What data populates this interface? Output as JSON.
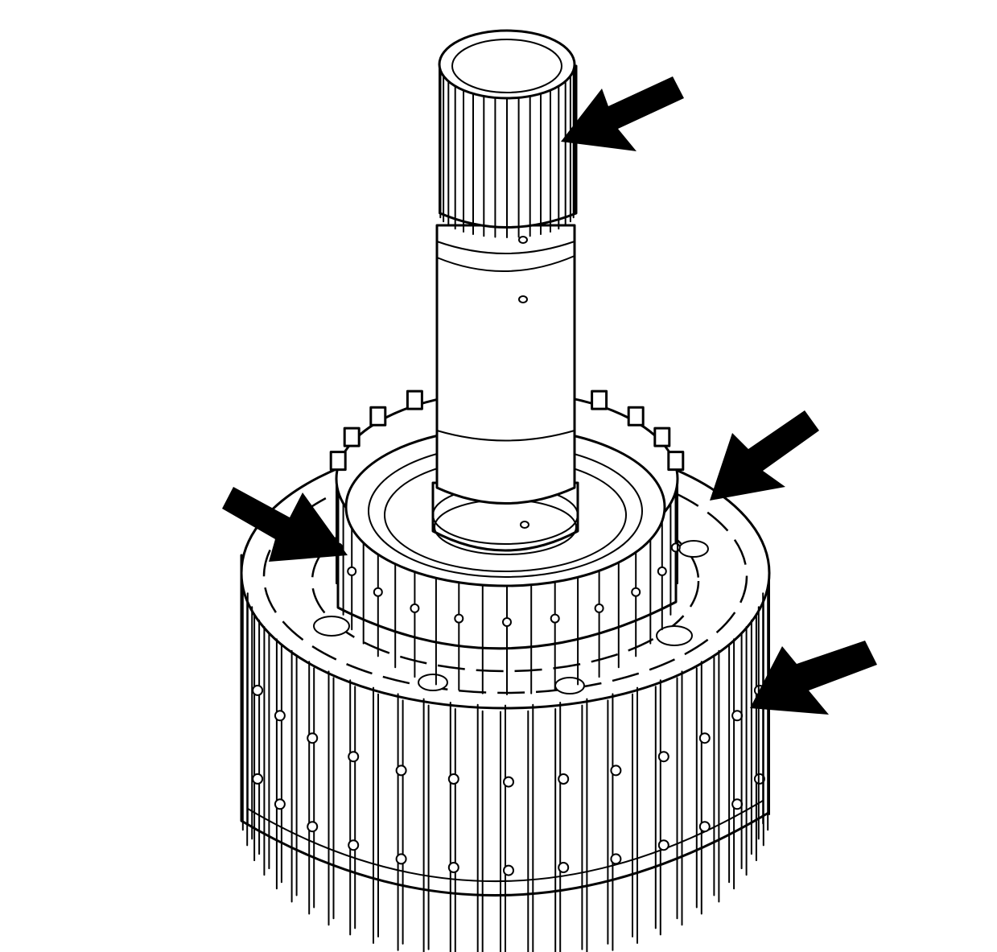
{
  "diagram": {
    "subject": "clutch-housing-with-input-shaft",
    "colors": {
      "ink": "#000000",
      "paper": "#ffffff"
    },
    "callout_arrows": [
      {
        "id": "arrow-shaft-splines",
        "points_to": "input-shaft-splines"
      },
      {
        "id": "arrow-inner-hub-splines",
        "points_to": "inner-hub-splines"
      },
      {
        "id": "arrow-housing-face",
        "points_to": "housing-top-face"
      },
      {
        "id": "arrow-outer-drum-splines",
        "points_to": "outer-drum-splines"
      }
    ]
  }
}
